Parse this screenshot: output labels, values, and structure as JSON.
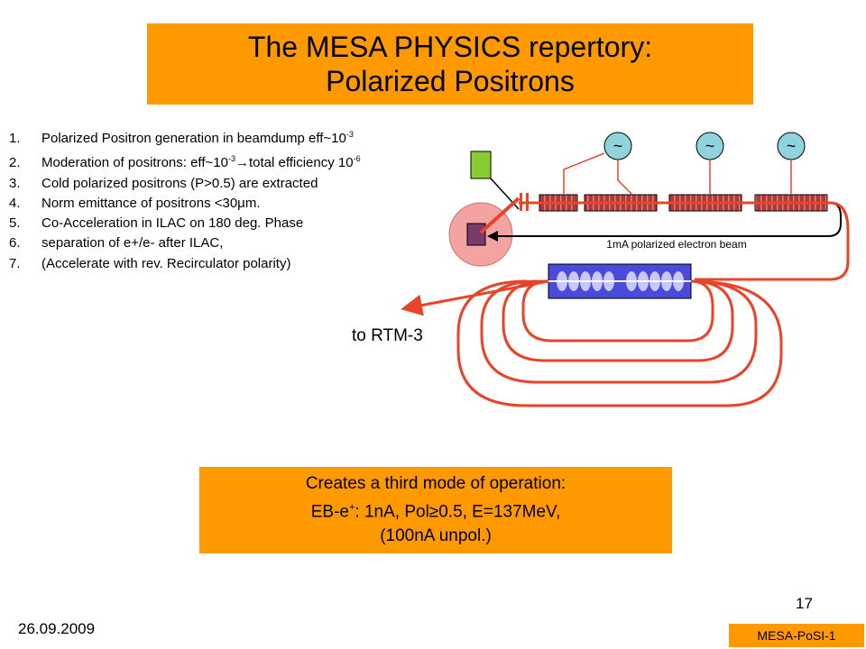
{
  "title": {
    "line1": "The MESA PHYSICS repertory:",
    "line2": "Polarized Positrons"
  },
  "steps": [
    {
      "num": "1.",
      "text": "Polarized Positron generation in beamdump eff~10",
      "sup": "-3",
      "tail": ""
    },
    {
      "num": "2.",
      "text": "Moderation of positrons: eff~10",
      "sup": "-3",
      "arrow": "→",
      "tail": "total efficiency 10",
      "sup2": "-6"
    },
    {
      "num": "3.",
      "text": "Cold polarized positrons (P>0.5)  are extracted"
    },
    {
      "num": "4.",
      "text": "Norm emittance of positrons <30μm."
    },
    {
      "num": "5.",
      "text": "Co-Acceleration in ILAC on 180 deg. Phase"
    },
    {
      "num": "6.",
      "text": "separation of e+/e- after ILAC,"
    },
    {
      "num": "7.",
      "text": "(Accelerate with rev. Recirculator polarity)"
    }
  ],
  "diagram": {
    "rf_symbol": "~",
    "beam_label": "1mA polarized electron beam",
    "to_label": "to RTM-3"
  },
  "result": {
    "line1": "Creates a third mode of operation:",
    "line2_pre": "EB-e",
    "line2_sup": "+",
    "line2_post": ": 1nA, Pol≥0.5, E=137MeV,",
    "line3": "(100nA unpol.)"
  },
  "footer": {
    "page": "17",
    "date": "26.09.2009",
    "badge": "MESA-PoSI-1"
  },
  "colors": {
    "accent": "#ff9900",
    "beam": "#e8442a",
    "rf": "#8fd3dc",
    "cavity": "#b03838",
    "target": "#7a3b6b",
    "source": "#88cc33",
    "circle": "#f4a3a3",
    "linac": "#4a4adb"
  }
}
